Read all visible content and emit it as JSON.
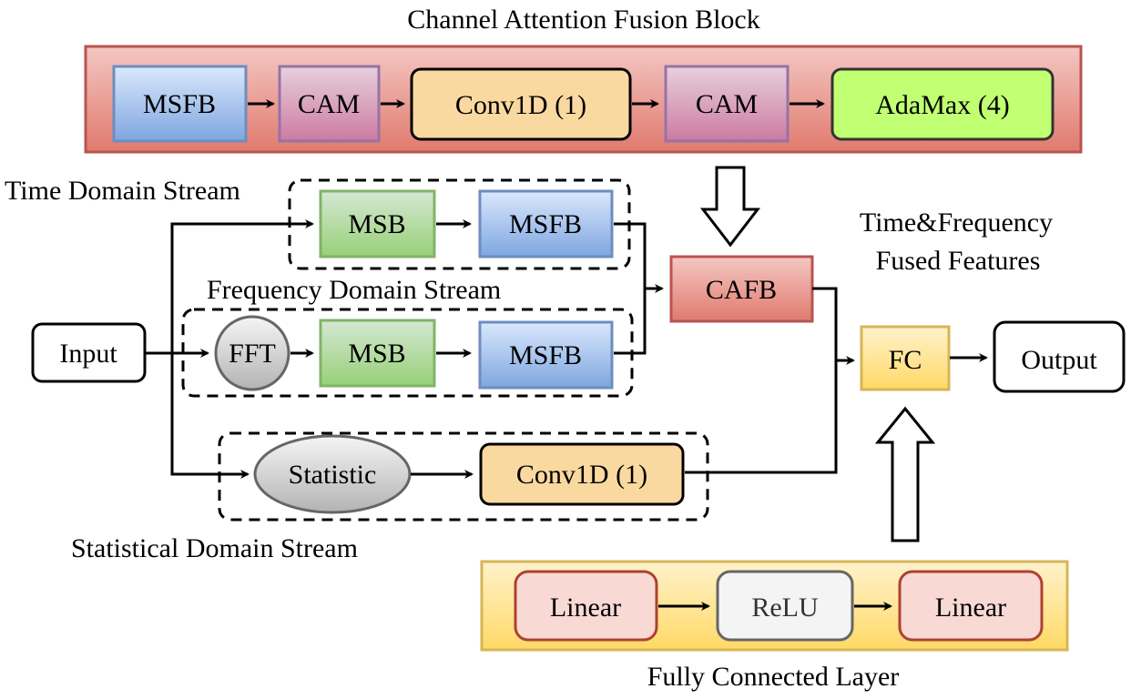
{
  "diagram": {
    "cafb_group": {
      "title": "Channel Attention Fusion Block",
      "nodes": [
        "MSFB",
        "CAM",
        "Conv1D (1)",
        "CAM",
        "AdaMax (4)"
      ]
    },
    "time_stream": {
      "label": "Time Domain Stream",
      "nodes": [
        "MSB",
        "MSFB"
      ]
    },
    "frequency_stream": {
      "label": "Frequency Domain Stream",
      "nodes": [
        "FFT",
        "MSB",
        "MSFB"
      ]
    },
    "statistical_stream": {
      "label": "Statistical Domain Stream",
      "nodes": [
        "Statistic",
        "Conv1D (1)"
      ]
    },
    "input_label": "Input",
    "cafb_label": "CAFB",
    "fused_label_line1": "Time&Frequency",
    "fused_label_line2": "Fused Features",
    "fc_label": "FC",
    "output_label": "Output",
    "fc_layer": {
      "title": "Fully Connected Layer",
      "nodes": [
        "Linear",
        "ReLU",
        "Linear"
      ]
    },
    "colors": {
      "cafb_container": "#e07a6e",
      "msfb": "#7ea6e0",
      "cam": "#cd7aa0",
      "conv1d": "#fad9a1",
      "adamax": "#c1ff73",
      "msb": "#9dcc74",
      "fft_statistic": "#c0c0c0",
      "cafb": "#e07a6e",
      "fc": "#fcd970",
      "linear": "#f8d9d4",
      "relu": "#f4f4f4"
    }
  }
}
